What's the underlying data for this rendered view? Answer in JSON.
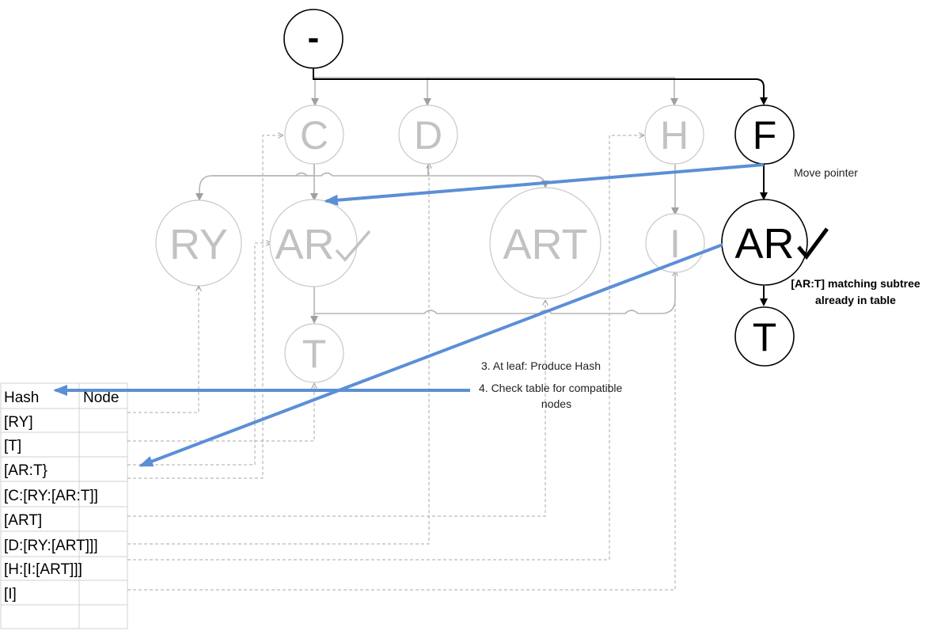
{
  "nodes": {
    "minus": "-",
    "C": "C",
    "D": "D",
    "H": "H",
    "F": "F",
    "RY": "RY",
    "AR_faded": "AR",
    "ART": "ART",
    "I": "I",
    "AR_active": "AR",
    "T_faded": "T",
    "T_active": "T",
    "check_mark": "✓"
  },
  "annotations": {
    "move_pointer": "Move pointer",
    "matching_line1": "[AR:T] matching subtree",
    "matching_line2": "already in table",
    "step3": "3. At leaf: Produce Hash",
    "step4_line1": "4. Check table for compatible",
    "step4_line2": "nodes"
  },
  "table": {
    "headers": [
      "Hash",
      "Node"
    ],
    "rows": [
      "[RY]",
      "[T]",
      "[AR:T}",
      "[C:[RY:[AR:T]]",
      "[ART]",
      "[D:[RY:[ART]]]",
      "[H:[I:[ART]]]",
      "[I]",
      ""
    ]
  },
  "colors": {
    "highlight_arrow": "#5b8fd6",
    "active_stroke": "#000000",
    "faded_stroke": "#c8c8c8"
  }
}
